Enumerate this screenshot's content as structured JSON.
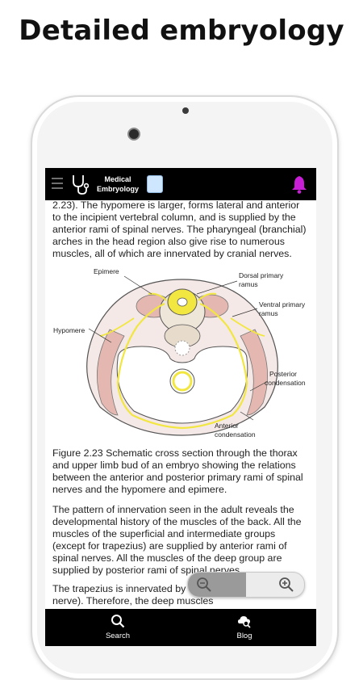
{
  "headline": "Detailed embryology",
  "app": {
    "title_line1": "Medical",
    "title_line2": "Embryology"
  },
  "article": {
    "p1": "2.23). The hypomere is larger, forms lateral and anterior to the incipient vertebral column, and is supplied by the anterior rami of spinal nerves. The pharyngeal (branchial) arches in the head region also give rise to numerous muscles, all of which are innervated by cranial nerves.",
    "caption": "Figure 2.23 Schematic cross section through the thorax and upper limb bud of an embryo showing the relations between the anterior and posterior primary rami of spinal nerves and the hypomere and epimere.",
    "p2": "The pattern of innervation seen in the adult reveals the developmental history of the muscles of the back. All the muscles of the superficial and intermediate groups (except for trapezius) are supplied by anterior rami of spinal nerves. All the muscles of the deep group are supplied by posterior rami of spinal nerves.",
    "p3": " The trapezius is innervated by the spinal accessory nerve). Therefore, the deep muscles"
  },
  "figure_labels": {
    "epimere": "Epimere",
    "dorsal1": "Dorsal primary",
    "dorsal2": "ramus",
    "ventral1": "Ventral primary",
    "ventral2": "ramus",
    "hypomere": "Hypomere",
    "posterior1": "Posterior",
    "posterior2": "condensation",
    "anterior1": "Anterior",
    "anterior2": "condensation"
  },
  "nav": {
    "search": "Search",
    "blog": "Blog"
  },
  "colors": {
    "accent_bell": "#c81fd6",
    "screen_bg": "#000000",
    "nerve_yellow": "#f2e641",
    "muscle_pink": "#e4b8b0"
  },
  "icons": {
    "menu": "menu-icon",
    "stethoscope": "stethoscope-icon",
    "logo": "app-logo-icon",
    "bell": "bell-icon",
    "search": "search-icon",
    "blog": "blog-search-icon",
    "zoom_out": "zoom-out-icon",
    "zoom_in": "zoom-in-icon"
  }
}
